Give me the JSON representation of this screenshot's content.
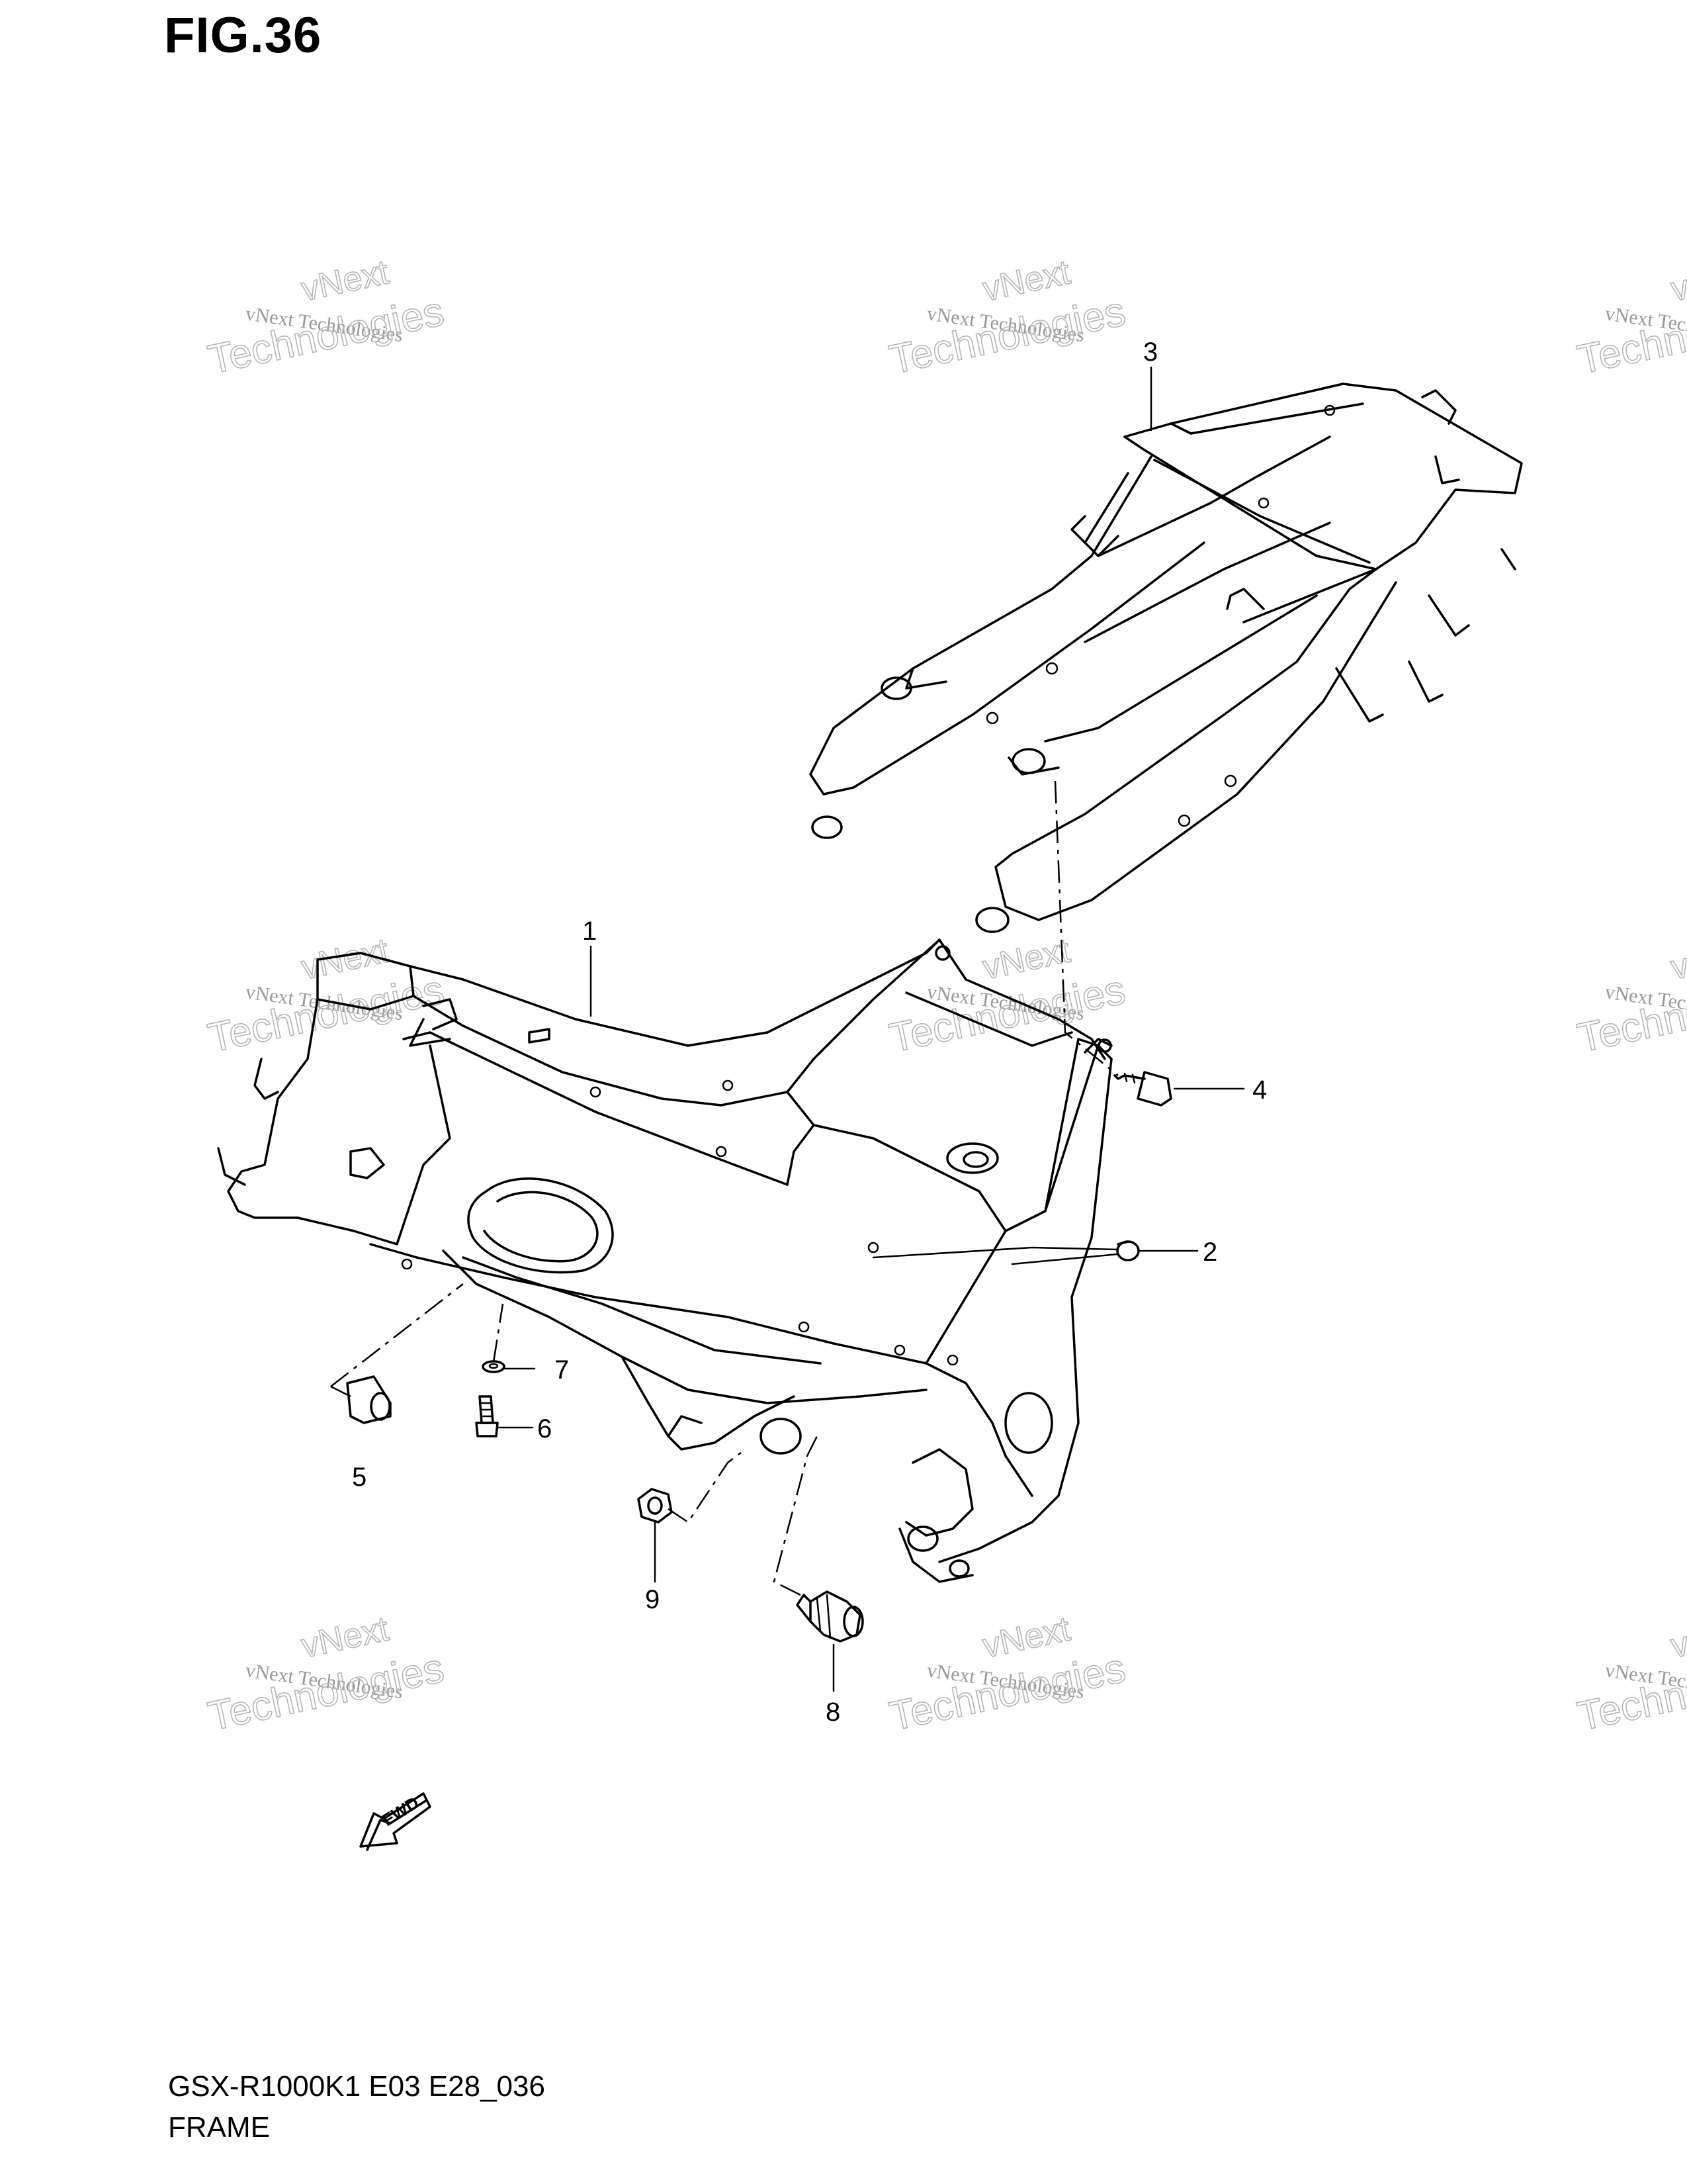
{
  "figure": {
    "title": "FIG.36",
    "footer_code": "GSX-R1000K1 E03 E28_036",
    "footer_name": "FRAME"
  },
  "watermark": {
    "line_small": "vNext Technologies",
    "line_top": "vNext",
    "line_big": "Technologies"
  },
  "callouts": [
    {
      "id": "1",
      "label": "1"
    },
    {
      "id": "2",
      "label": "2"
    },
    {
      "id": "3",
      "label": "3"
    },
    {
      "id": "4",
      "label": "4"
    },
    {
      "id": "5",
      "label": "5"
    },
    {
      "id": "6",
      "label": "6"
    },
    {
      "id": "7",
      "label": "7"
    },
    {
      "id": "8",
      "label": "8"
    },
    {
      "id": "9",
      "label": "9"
    }
  ],
  "fwd_arrow": {
    "label": "FWD"
  }
}
